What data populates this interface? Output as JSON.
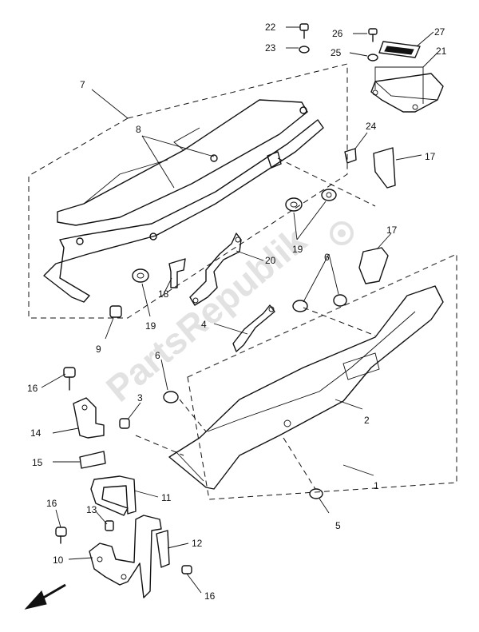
{
  "watermark": {
    "text": "PartsRepublik"
  },
  "callouts": [
    {
      "id": "c1",
      "label": "1"
    },
    {
      "id": "c2",
      "label": "2"
    },
    {
      "id": "c3",
      "label": "3"
    },
    {
      "id": "c4",
      "label": "4"
    },
    {
      "id": "c5",
      "label": "5"
    },
    {
      "id": "c6a",
      "label": "6"
    },
    {
      "id": "c6b",
      "label": "6"
    },
    {
      "id": "c7",
      "label": "7"
    },
    {
      "id": "c8",
      "label": "8"
    },
    {
      "id": "c9",
      "label": "9"
    },
    {
      "id": "c10",
      "label": "10"
    },
    {
      "id": "c11",
      "label": "11"
    },
    {
      "id": "c12",
      "label": "12"
    },
    {
      "id": "c13",
      "label": "13"
    },
    {
      "id": "c14",
      "label": "14"
    },
    {
      "id": "c15",
      "label": "15"
    },
    {
      "id": "c16a",
      "label": "16"
    },
    {
      "id": "c16b",
      "label": "16"
    },
    {
      "id": "c16c",
      "label": "16"
    },
    {
      "id": "c17a",
      "label": "17"
    },
    {
      "id": "c17b",
      "label": "17"
    },
    {
      "id": "c18",
      "label": "18"
    },
    {
      "id": "c19a",
      "label": "19"
    },
    {
      "id": "c19b",
      "label": "19"
    },
    {
      "id": "c20",
      "label": "20"
    },
    {
      "id": "c21",
      "label": "21"
    },
    {
      "id": "c22",
      "label": "22"
    },
    {
      "id": "c23",
      "label": "23"
    },
    {
      "id": "c24",
      "label": "24"
    },
    {
      "id": "c25",
      "label": "25"
    },
    {
      "id": "c26",
      "label": "26"
    },
    {
      "id": "c27",
      "label": "27"
    }
  ]
}
